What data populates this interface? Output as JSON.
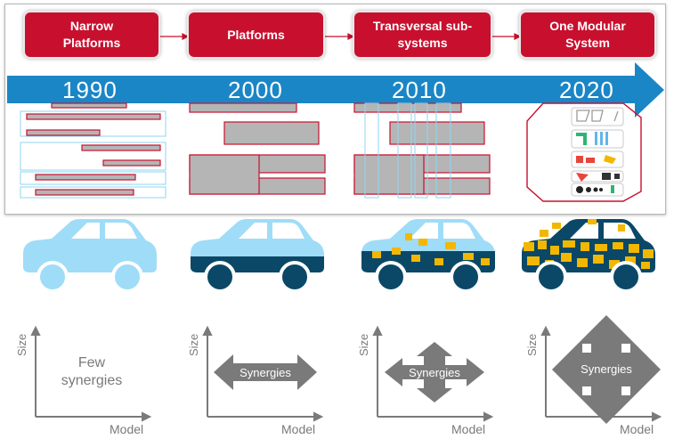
{
  "stages": [
    {
      "label": "Narrow\nPlatforms",
      "year": "1990"
    },
    {
      "label": "Platforms",
      "year": "2000"
    },
    {
      "label": "Transversal sub-\nsystems",
      "year": "2010"
    },
    {
      "label": "One Modular\nSystem",
      "year": "2020"
    }
  ],
  "axes": {
    "y": "Size",
    "x": "Model"
  },
  "synergy_text": {
    "few": "Few\nsynergies",
    "synergies": "Synergies"
  },
  "colors": {
    "red": "#c8102e",
    "arrow_blue": "#1b86c6",
    "light_blue": "#9fdcf7",
    "dark_navy": "#0b4867",
    "yellow": "#f2b700",
    "gray": "#7a7a7a"
  },
  "icons": [
    "car-icon",
    "puzzle-module-icon",
    "four-way-arrow-icon"
  ]
}
